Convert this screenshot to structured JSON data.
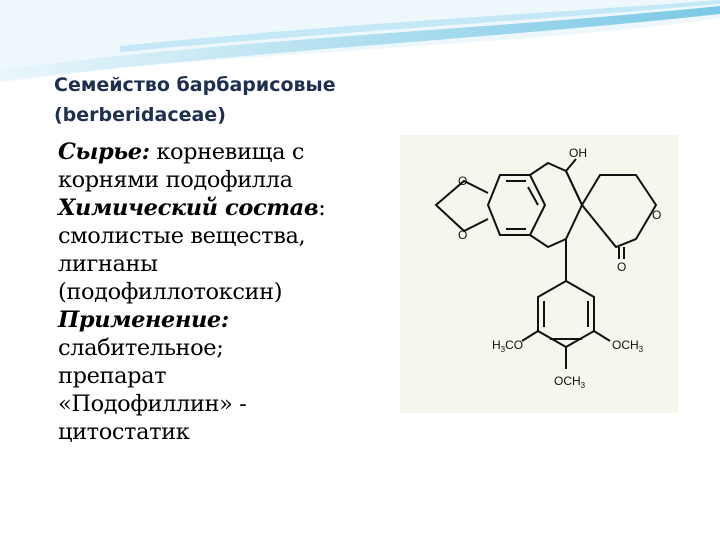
{
  "slide": {
    "title_line1": "Семейство барбарисовые",
    "title_line2": "(berberidaceae)",
    "raw": {
      "label": "Сырье:",
      "text_line1": " корневища с",
      "text_line2": "корнями подофилла"
    },
    "composition": {
      "label": "Химический состав",
      "colon": ":",
      "text_line1": "смолистые вещества,",
      "text_line2": "лигнаны",
      "text_line3": "(подофиллотоксин)"
    },
    "usage": {
      "label": "Применение:",
      "text_line1": "слабительное;",
      "text_line2": "препарат",
      "text_line3": "«Подофиллин» -",
      "text_line4": "цитостатик"
    }
  },
  "figure": {
    "atoms": {
      "oh": "OH",
      "o_left_top": "O",
      "o_left_bottom": "O",
      "o_ring": "O",
      "o_carbonyl": "O",
      "methoxy_left": "H",
      "methoxy_left_sub": "3",
      "methoxy_left_tail": "CO",
      "methoxy_right": "OCH",
      "methoxy_right_sub": "3",
      "methoxy_bottom": "OCH",
      "methoxy_bottom_sub": "3"
    }
  },
  "colors": {
    "title": "#1f2f4f",
    "swoosh_light": "#d7eef7",
    "swoosh_mid": "#7fcbe6",
    "figure_bg": "#f7f7ee"
  }
}
